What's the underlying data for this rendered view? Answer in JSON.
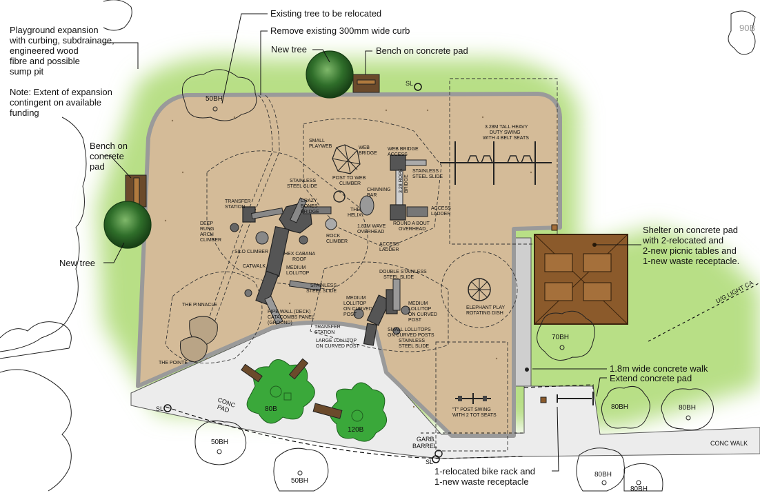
{
  "callouts": {
    "playground_expansion": [
      "Playground expansion",
      "with curbing, subdrainage,",
      "engineered wood",
      "fibre and possible",
      "sump pit"
    ],
    "note": [
      "Note: Extent of expansion",
      "contingent on available",
      "funding"
    ],
    "tree_relocate": "Existing tree to be relocated",
    "remove_curb": "Remove existing 300mm wide curb",
    "new_tree_top": "New tree",
    "bench_top": "Bench on concrete pad",
    "bench_left": [
      "Bench on",
      "concrete",
      "pad"
    ],
    "new_tree_left": "New tree",
    "shelter": [
      "Shelter on concrete pad",
      "with 2-relocated and",
      "2-new picnic tables and",
      "1-new waste receptacle."
    ],
    "walk": "1.8m wide concrete walk",
    "extend_pad": "Extend concrete pad",
    "bike_rack": [
      "1-relocated bike rack and",
      "1-new waste receptacle"
    ]
  },
  "equipment_labels": {
    "small_playweb": [
      "SMALL",
      "PLAYWEB"
    ],
    "web_bridge": [
      "WEB",
      "BRIDGE"
    ],
    "web_bridge_access": [
      "WEB BRIDGE",
      "ACCESS"
    ],
    "stainless_slide_right": [
      "STAINLESS",
      "STEEL SLIDE"
    ],
    "post_to_web": [
      "POST TO WEB",
      "CLIMBER"
    ],
    "chinning_bar": [
      "CHINNING",
      "BAR"
    ],
    "rope_bridge": [
      "3.28 ROPE",
      "BRIDGE"
    ],
    "access_ladder_right": [
      "ACCESS",
      "LADDER"
    ],
    "the_helix": [
      "THE",
      "HELIX"
    ],
    "round_about": [
      "ROUND A BOUT",
      "OVERHEAD"
    ],
    "wave_overhead": [
      "1.82M WAVE",
      "OVERHEAD"
    ],
    "access_ladder_center": [
      "ACCESS",
      "LADDER"
    ],
    "stainless_slide_top": [
      "STAINLESS",
      "STEEL SLIDE"
    ],
    "crazy_bones": [
      "CRAZY",
      "BONES",
      "BRIDGE"
    ],
    "transfer_station_top": [
      "TRANSFER",
      "STATION"
    ],
    "deep_rung": [
      "DEEP",
      "RUNG",
      "ARCH",
      "CLIMBER"
    ],
    "silo_climber": "SILO CLIMBER",
    "hex_cabana": [
      "HEX CABANA",
      "ROOF"
    ],
    "rock_climber": [
      "ROCK",
      "CLIMBER"
    ],
    "catwalk": "CATWALK",
    "medium_lollitop": [
      "MEDIUM",
      "LOLLITOP"
    ],
    "stainless_slide_mid": [
      "STAINLESS",
      "STEEL SLIDE"
    ],
    "pipe_wall": [
      "PIPE WALL (DECK)",
      "CATACOMBS PANEL",
      "(GROUND)"
    ],
    "the_pinnacle": "THE PINNACLE",
    "the_pointe": "THE POINTE",
    "double_slide": [
      "DOUBLE STAINLESS",
      "STEEL SLIDE"
    ],
    "medium_lollitop_curved_l": [
      "MEDIUM",
      "LOLLITOP",
      "ON CURVED",
      "POST"
    ],
    "medium_lollitop_curved_r": [
      "MEDIUM",
      "LOLLITOP",
      "ON CURVED",
      "POST"
    ],
    "transfer_station_bottom": [
      "TRANSFER",
      "STATION"
    ],
    "small_lollitops": [
      "SMALL LOLLITOPS",
      "ON CURVED POSTS"
    ],
    "large_lollitop": [
      "LARGE LOLLITOP",
      "ON CURVED POST"
    ],
    "stainless_slide_bottom": [
      "STAINLESS",
      "STEEL SLIDE"
    ],
    "heavy_swing": [
      "3.28M TALL HEAVY",
      "DUTY SWING",
      "WITH 4 BELT SEATS"
    ],
    "elephant": [
      "ELEPHANT PLAY",
      "ROTATING DISH"
    ],
    "t_post_swing": [
      "\"T\" POST SWING",
      "WITH 2 TOT SEATS"
    ]
  },
  "site_labels": {
    "conc_pad": [
      "CONC",
      "PAD"
    ],
    "conc_walk": "CONC WALK",
    "garb_barrel": [
      "GARB.",
      "BARREL"
    ],
    "sl": "SL",
    "ug_light": "U/G LIGHT CA",
    "top_right_tree": "90B"
  },
  "trees": {
    "t50bh_top": "50BH",
    "t70bh": "70BH",
    "t80bh_a": "80BH",
    "t80bh_b": "80BH",
    "t80bh_c": "80BH",
    "t80bh_d": "80BH",
    "t50bh_bl": "50BH",
    "t50bh_b": "50BH",
    "t80b": "80B",
    "t120b": "120B"
  },
  "colors": {
    "grass": "#b8df86",
    "surface": "#d4bb98",
    "curb": "#9a9a9a",
    "concrete": "#ececec",
    "shelter": "#8b5a2b",
    "tree_dark": "#2f6e2a",
    "planter": "#3aa83a"
  }
}
